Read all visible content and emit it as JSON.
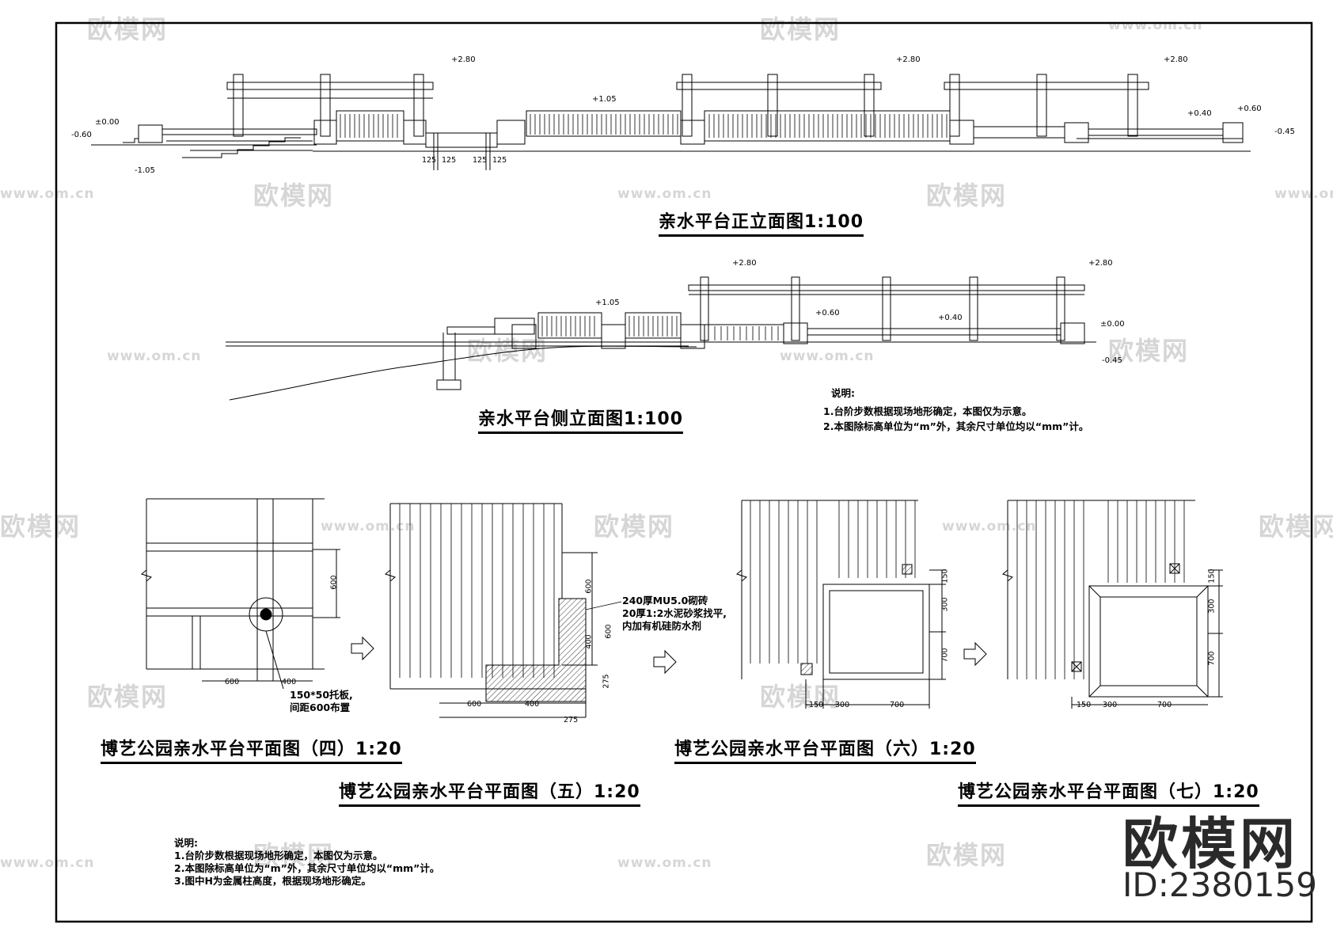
{
  "watermark": {
    "logo_text": "欧模网",
    "url_text": "www.om.cn"
  },
  "titles": {
    "front_elevation": "亲水平台正立面图1:100",
    "side_elevation": "亲水平台侧立面图1:100",
    "plan4": "博艺公园亲水平台平面图（四）1:20",
    "plan5": "博艺公园亲水平台平面图（五）1:20",
    "plan6": "博艺公园亲水平台平面图（六）1:20",
    "plan7": "博艺公园亲水平台平面图（七）1:20"
  },
  "notes_upper": {
    "heading": "说明:",
    "items": [
      "1.台阶步数根据现场地形确定，本图仅为示意。",
      "2.本图除标高单位为“m”外，其余尺寸单位均以“mm”计。"
    ]
  },
  "notes_lower": {
    "heading": "说明:",
    "items": [
      "1.台阶步数根据现场地形确定，本图仅为示意。",
      "2.本图除标高单位为“m”外，其余尺寸单位均以“mm”计。",
      "3.图中H为金属柱高度，根据现场地形确定。"
    ]
  },
  "front_levels": [
    "+2.80",
    "+2.80",
    "+2.80",
    "+1.05",
    "±0.00",
    "-0.60",
    "-1.05",
    "+0.40",
    "+0.60",
    "-0.45"
  ],
  "front_dims": [
    "125",
    "125",
    "125",
    "125"
  ],
  "side_levels": [
    "+2.80",
    "+2.80",
    "+1.05",
    "+0.60",
    "+0.40",
    "±0.00",
    "-0.45"
  ],
  "plan4": {
    "dims": [
      "600",
      "600",
      "400"
    ],
    "callout": [
      "150*50托板,",
      "间距600布置"
    ]
  },
  "plan5": {
    "dims": [
      "600",
      "400",
      "600",
      "275",
      "600",
      "400",
      "275"
    ],
    "callout": [
      "240厚MU5.0砌砖",
      "20厚1:2水泥砂浆找平,",
      "内加有机硅防水剂"
    ]
  },
  "plan6": {
    "dims": [
      "150",
      "300",
      "700",
      "150",
      "300",
      "700"
    ]
  },
  "plan7": {
    "dims": [
      "150",
      "300",
      "700",
      "150",
      "300",
      "700"
    ]
  },
  "brand": {
    "name": "欧模网",
    "id": "ID:2380159"
  }
}
